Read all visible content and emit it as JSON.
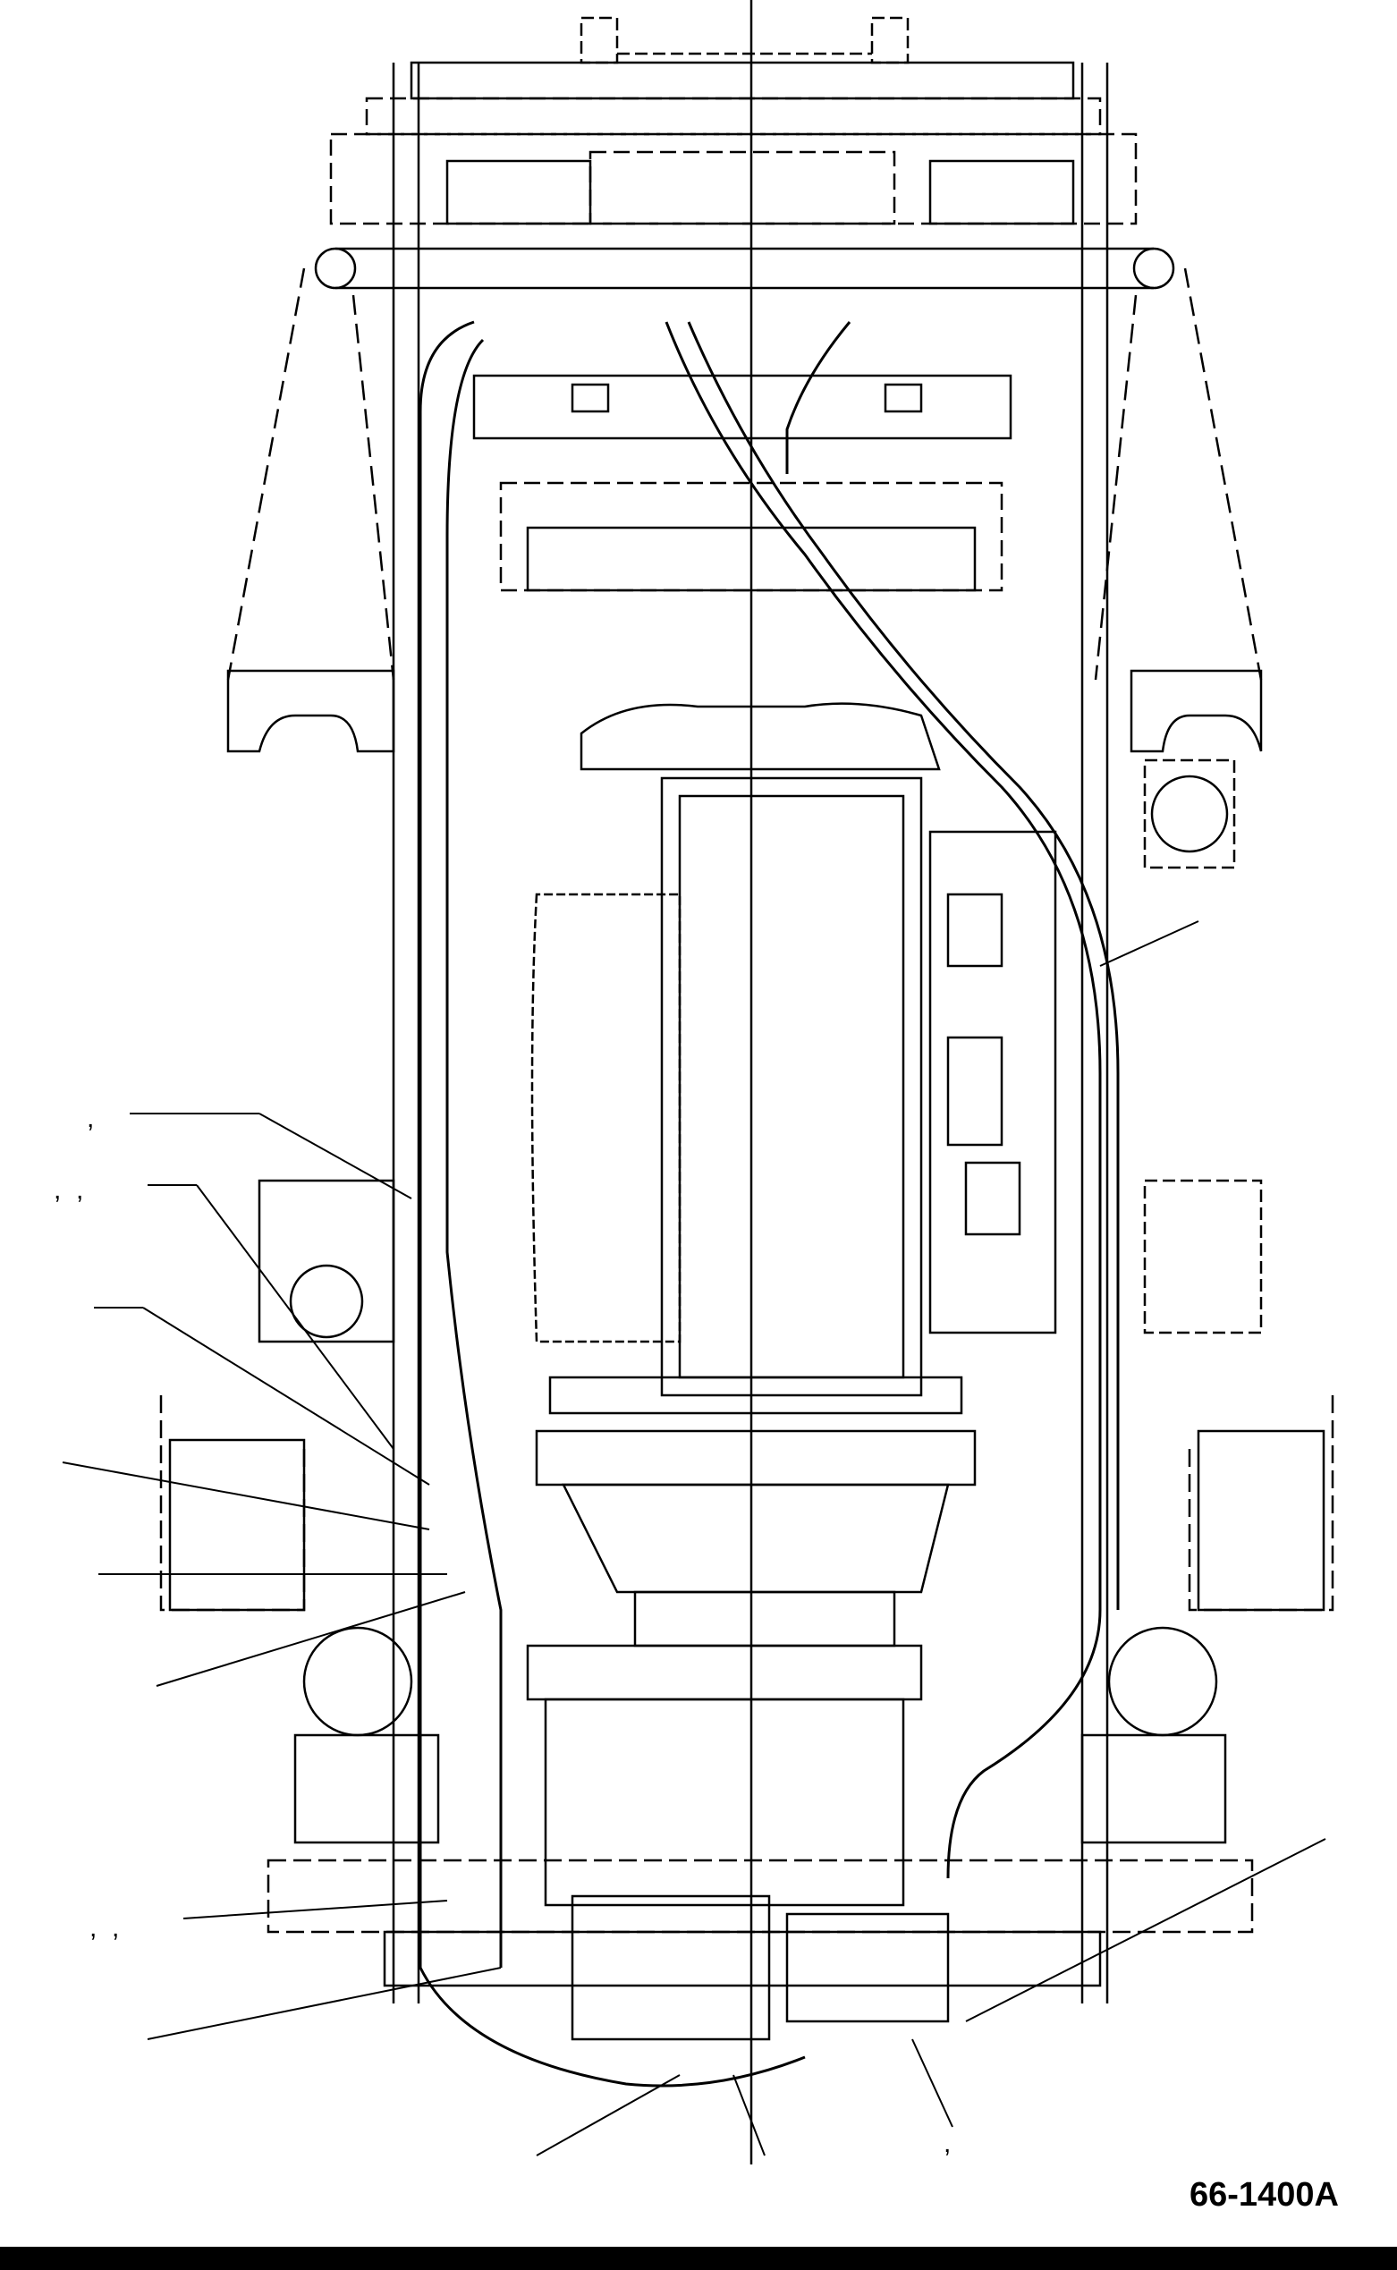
{
  "figure": {
    "id": "66-1400A"
  },
  "callouts": [
    {
      "name": "callout-1",
      "text": ","
    },
    {
      "name": "callout-2",
      "text": ",  ,"
    },
    {
      "name": "callout-3",
      "text": ",  ,"
    },
    {
      "name": "callout-4",
      "text": ","
    }
  ],
  "colors": {
    "line": "#000000",
    "background": "#ffffff"
  }
}
